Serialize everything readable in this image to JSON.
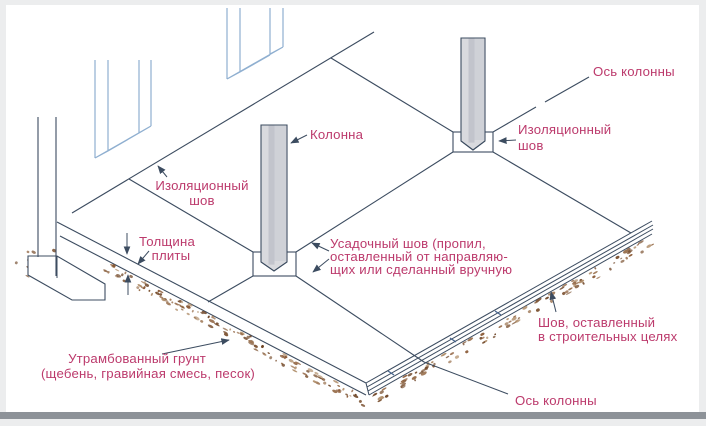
{
  "figure": {
    "background": "#ecedee",
    "panel_background": "#ffffff",
    "bottom_bar_color": "#8d9298",
    "line_color": "#3c4c60",
    "label_color": "#bc3a6c",
    "blue_frame_color": "#8fafd0",
    "column_fill": "#d9dade",
    "column_stripe": "#c2c4cc",
    "soil_colors": [
      "#9b7351",
      "#7d5434",
      "#b08e6a",
      "#8a5a36",
      "#6e4526"
    ]
  },
  "labels": {
    "axis_top": "Ось колонны",
    "axis_bottom": "Ось колонны",
    "column": "Колонна",
    "iso_left_1": "Изоляционный",
    "iso_left_2": "шов",
    "iso_right_1": "Изоляционный",
    "iso_right_2": "шов",
    "thickness_1": "Толщина",
    "thickness_2": "плиты",
    "shrink_1": "Усадочный шов (пропил,",
    "shrink_2": "оставленный от направляю-",
    "shrink_3": "щих или сделанный вручную",
    "constr_1": "Шов, оставленный",
    "constr_2": "в строительных целях",
    "soil_1": "Утрамбованный грунт",
    "soil_2": "(щебень, гравийная смесь, песок)"
  }
}
